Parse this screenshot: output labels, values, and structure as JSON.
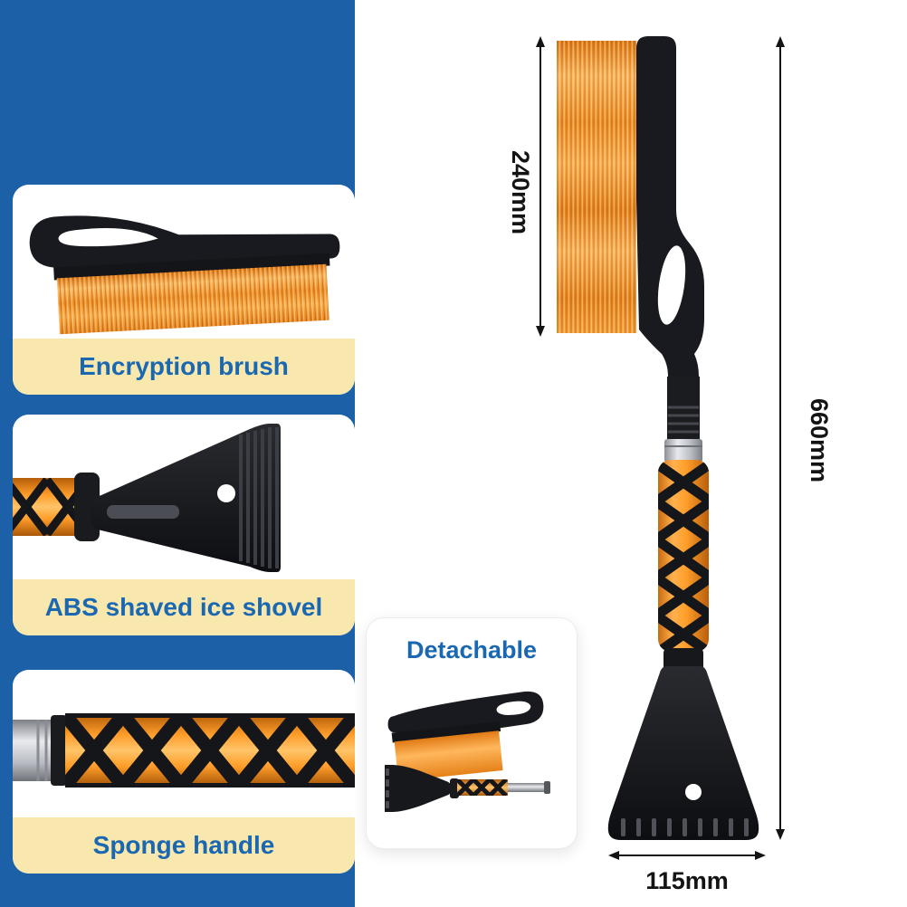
{
  "colors": {
    "panel_blue": "#1c60a8",
    "label_blue": "#1a67b2",
    "band_yellow": "#f8e8ae",
    "bristle_orange": "#f08c24",
    "product_black": "#17181c"
  },
  "cards": [
    {
      "label": "Encryption brush"
    },
    {
      "label": "ABS shaved ice shovel"
    },
    {
      "label": "Sponge handle"
    }
  ],
  "detachable_card": {
    "title": "Detachable"
  },
  "dimensions": {
    "brush_length": "240mm",
    "total_length": "660mm",
    "shovel_width": "115mm"
  }
}
